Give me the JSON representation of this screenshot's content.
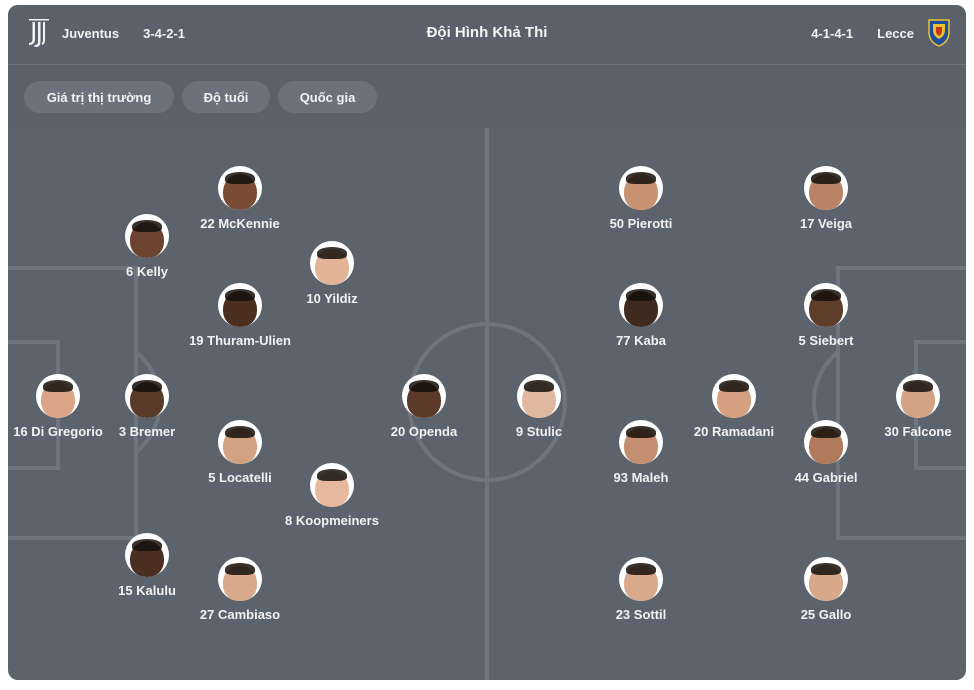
{
  "header": {
    "title": "Đội Hình Khả Thi",
    "home": {
      "name": "Juventus",
      "formation": "3-4-2-1",
      "logo": "juventus-logo"
    },
    "away": {
      "name": "Lecce",
      "formation": "4-1-4-1",
      "logo": "lecce-logo"
    }
  },
  "tabs": [
    {
      "label": "Giá trị thị trường"
    },
    {
      "label": "Độ tuổi"
    },
    {
      "label": "Quốc gia"
    }
  ],
  "colors": {
    "pitch": "#5c636c",
    "lines": "#6e757e",
    "pill": "#6b727b"
  },
  "home_players": [
    {
      "label": "16 Di Gregorio",
      "skin": "#d9a585"
    },
    {
      "label": "6 Kelly",
      "skin": "#6b4330"
    },
    {
      "label": "3 Bremer",
      "skin": "#5a3a28"
    },
    {
      "label": "15 Kalulu",
      "skin": "#4a2f22"
    },
    {
      "label": "22 McKennie",
      "skin": "#7a4e36"
    },
    {
      "label": "19 Thuram-Ulien",
      "skin": "#4b3022"
    },
    {
      "label": "5 Locatelli",
      "skin": "#d2a283"
    },
    {
      "label": "27 Cambiaso",
      "skin": "#d8a98a"
    },
    {
      "label": "10 Yildiz",
      "skin": "#e2b396"
    },
    {
      "label": "8 Koopmeiners",
      "skin": "#e6b99e"
    },
    {
      "label": "20 Openda",
      "skin": "#5b3a29"
    }
  ],
  "away_players": [
    {
      "label": "9 Stulic",
      "skin": "#e0b8a0"
    },
    {
      "label": "50 Pierotti",
      "skin": "#c89170"
    },
    {
      "label": "77 Kaba",
      "skin": "#3f2a1f"
    },
    {
      "label": "93 Maleh",
      "skin": "#c48e70"
    },
    {
      "label": "23 Sottil",
      "skin": "#d9a98b"
    },
    {
      "label": "20 Ramadani",
      "skin": "#d4a080"
    },
    {
      "label": "17 Veiga",
      "skin": "#b98465"
    },
    {
      "label": "5 Siebert",
      "skin": "#5e3d2b"
    },
    {
      "label": "44 Gabriel",
      "skin": "#b07a5a"
    },
    {
      "label": "25 Gallo",
      "skin": "#d7a889"
    },
    {
      "label": "30 Falcone",
      "skin": "#d3a184"
    }
  ]
}
